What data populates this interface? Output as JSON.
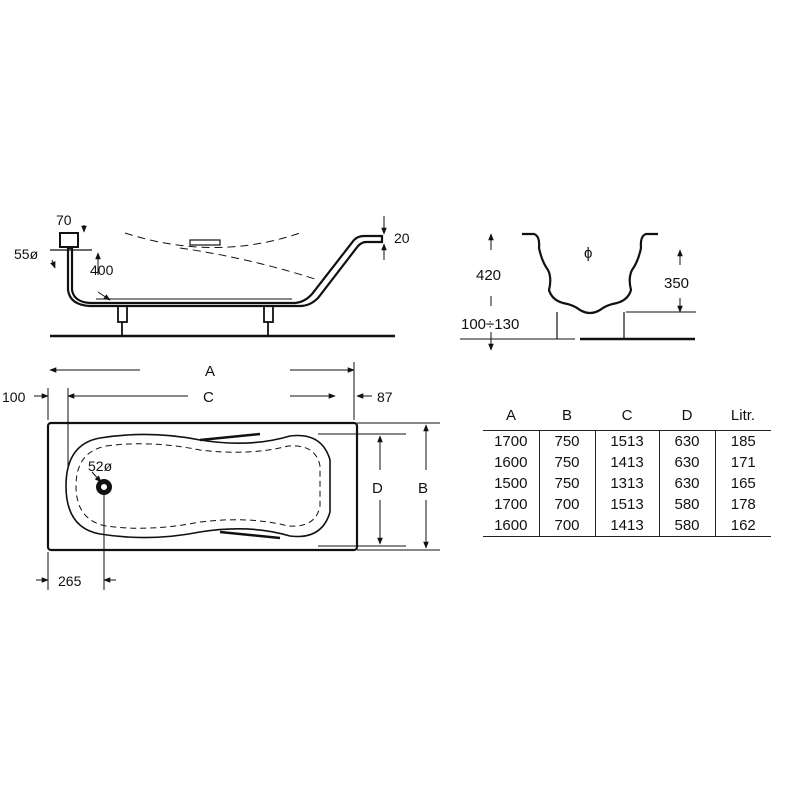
{
  "side_view": {
    "rim_width": "70",
    "overflow_diameter": "55ø",
    "overflow_height": "400",
    "rim_thickness": "20"
  },
  "cross_section": {
    "total_height": "420",
    "symbol": "ϕ",
    "inner_depth": "350",
    "leg_height": "100÷130"
  },
  "plan_view": {
    "dim_a": "A",
    "dim_c": "C",
    "left_offset": "100",
    "right_offset": "87",
    "drain_diameter": "52ø",
    "dim_d": "D",
    "dim_b": "B",
    "drain_offset": "265"
  },
  "spec_table": {
    "headers": [
      "A",
      "B",
      "C",
      "D",
      "Litr."
    ],
    "rows": [
      [
        "1700",
        "750",
        "1513",
        "630",
        "185"
      ],
      [
        "1600",
        "750",
        "1413",
        "630",
        "171"
      ],
      [
        "1500",
        "750",
        "1313",
        "630",
        "165"
      ],
      [
        "1700",
        "700",
        "1513",
        "580",
        "178"
      ],
      [
        "1600",
        "700",
        "1413",
        "580",
        "162"
      ]
    ]
  }
}
